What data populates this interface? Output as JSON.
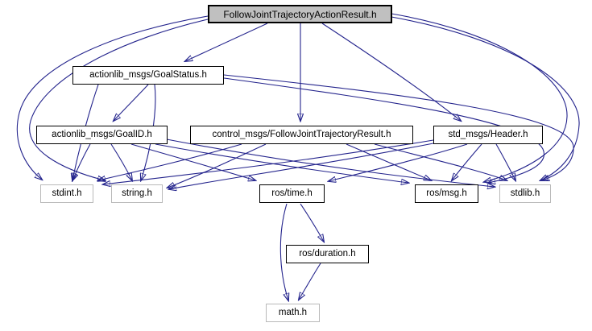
{
  "diagram_type": "include-dependency-graph",
  "root_file": "FollowJointTrajectoryActionResult.h",
  "colors": {
    "edge": "#23238c",
    "node_border": "#000000",
    "external_border": "#b9b9b9",
    "current_fill": "#c0c0c0",
    "bg": "#ffffff",
    "text": "#000000"
  },
  "nodes": [
    {
      "id": "main",
      "label": "FollowJointTrajectoryActionResult.h",
      "kind": "current"
    },
    {
      "id": "goalstatus",
      "label": "actionlib_msgs/GoalStatus.h",
      "kind": "linked"
    },
    {
      "id": "goalid",
      "label": "actionlib_msgs/GoalID.h",
      "kind": "linked"
    },
    {
      "id": "result",
      "label": "control_msgs/FollowJointTrajectoryResult.h",
      "kind": "linked"
    },
    {
      "id": "header",
      "label": "std_msgs/Header.h",
      "kind": "linked"
    },
    {
      "id": "stdint",
      "label": "stdint.h",
      "kind": "external"
    },
    {
      "id": "string",
      "label": "string.h",
      "kind": "external"
    },
    {
      "id": "time",
      "label": "ros/time.h",
      "kind": "linked"
    },
    {
      "id": "msg",
      "label": "ros/msg.h",
      "kind": "linked"
    },
    {
      "id": "stdlib",
      "label": "stdlib.h",
      "kind": "external"
    },
    {
      "id": "duration",
      "label": "ros/duration.h",
      "kind": "linked"
    },
    {
      "id": "math",
      "label": "math.h",
      "kind": "external"
    }
  ],
  "edges": [
    {
      "from": "main",
      "to": "goalstatus"
    },
    {
      "from": "main",
      "to": "result"
    },
    {
      "from": "main",
      "to": "header"
    },
    {
      "from": "main",
      "to": "stdint"
    },
    {
      "from": "main",
      "to": "string"
    },
    {
      "from": "main",
      "to": "msg"
    },
    {
      "from": "main",
      "to": "stdlib"
    },
    {
      "from": "goalstatus",
      "to": "goalid"
    },
    {
      "from": "goalstatus",
      "to": "stdint"
    },
    {
      "from": "goalstatus",
      "to": "string"
    },
    {
      "from": "goalstatus",
      "to": "msg"
    },
    {
      "from": "goalstatus",
      "to": "stdlib"
    },
    {
      "from": "goalid",
      "to": "stdint"
    },
    {
      "from": "goalid",
      "to": "string"
    },
    {
      "from": "goalid",
      "to": "time"
    },
    {
      "from": "goalid",
      "to": "msg"
    },
    {
      "from": "goalid",
      "to": "stdlib"
    },
    {
      "from": "result",
      "to": "stdint"
    },
    {
      "from": "result",
      "to": "string"
    },
    {
      "from": "result",
      "to": "msg"
    },
    {
      "from": "result",
      "to": "stdlib"
    },
    {
      "from": "header",
      "to": "stdint"
    },
    {
      "from": "header",
      "to": "string"
    },
    {
      "from": "header",
      "to": "time"
    },
    {
      "from": "header",
      "to": "msg"
    },
    {
      "from": "header",
      "to": "stdlib"
    },
    {
      "from": "time",
      "to": "duration"
    },
    {
      "from": "time",
      "to": "math"
    },
    {
      "from": "duration",
      "to": "math"
    }
  ]
}
